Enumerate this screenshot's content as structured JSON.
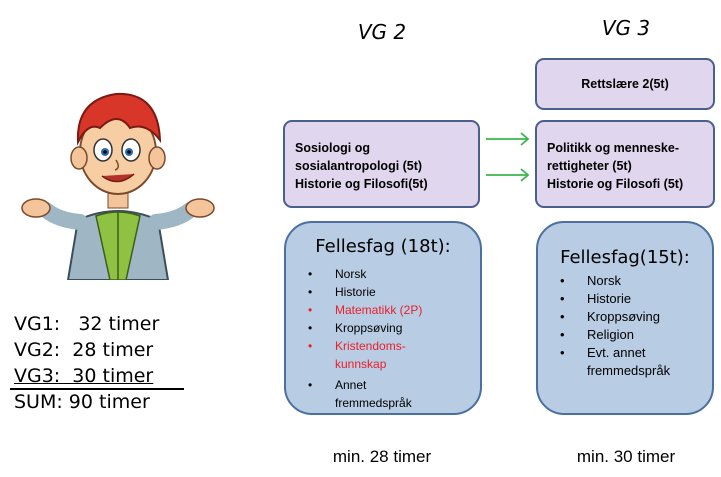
{
  "vg2": {
    "title": "VG 2",
    "elective": {
      "lines": [
        "Sosiologi og",
        "sosialantropologi  (5t)",
        "Historie og Filosofi(5t)"
      ]
    },
    "common": {
      "heading": "Fellesfag (18t):",
      "items": [
        {
          "text": "Norsk",
          "highlight": false
        },
        {
          "text": "Historie",
          "highlight": false
        },
        {
          "text": "Matematikk (2P)",
          "highlight": true
        },
        {
          "text": "Kroppsøving",
          "highlight": false
        },
        {
          "text": "Kristendoms-",
          "highlight": true,
          "continuation": "kunnskap"
        },
        {
          "text": "Annet",
          "highlight": false,
          "continuation": "fremmedspråk"
        }
      ]
    },
    "footer": "min. 28 timer"
  },
  "vg3": {
    "title": "VG 3",
    "top_box": "Rettslære 2(5t)",
    "elective": {
      "lines": [
        "Politikk og menneske-",
        "rettigheter (5t)",
        "Historie og Filosofi (5t)"
      ]
    },
    "common": {
      "heading": "Fellesfag(15t):",
      "items": [
        {
          "text": "Norsk"
        },
        {
          "text": "Historie"
        },
        {
          "text": "Kroppsøving"
        },
        {
          "text": "Religion"
        },
        {
          "text": "Evt. annet",
          "continuation": "fremmedspråk"
        }
      ]
    },
    "footer": "min. 30 timer"
  },
  "summary": {
    "vg1": "VG1:   32 timer",
    "vg2": "VG2:  28 timer",
    "vg3": "VG3:  30 timer",
    "sum": "SUM: 90 timer"
  },
  "colors": {
    "purple_box": "#e0d6ee",
    "blue_box": "#b8cce4",
    "arrow": "#3cb44b",
    "highlight": "#e8202a"
  }
}
